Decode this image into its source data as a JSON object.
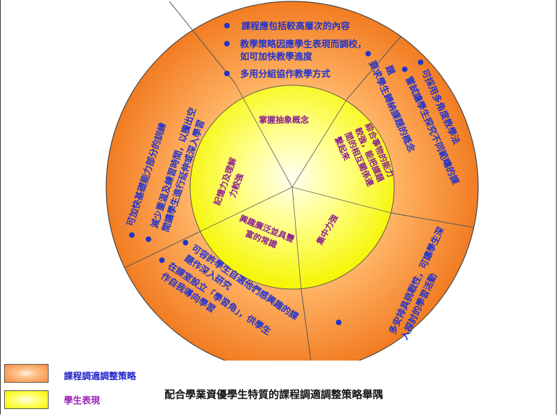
{
  "outer_segments": [
    {
      "name": "top",
      "items": [
        "課程應包括較高層次的內容",
        "教學策略因應學生表現而調校，",
        "多用分組協作教學方式"
      ],
      "continuation": [
        "",
        "如可加快教學進度",
        ""
      ]
    },
    {
      "name": "right",
      "items": [
        "可採用多角度教學法",
        "嘗試讓學生探究不同範疇的課",
        "要求學生歸納課題的概念"
      ],
      "continuation": [
        "",
        "題",
        ""
      ]
    },
    {
      "name": "lower-right",
      "items": [
        "多安排具挑戰性，可讓學生深",
        "入探討的學習活動"
      ],
      "continuation": []
    },
    {
      "name": "bottom",
      "items": [
        "可容許學生自選他們感興趣的課",
        "在課室設立「學習角」，供學生"
      ],
      "continuation": [
        "題作深入研究",
        "作自我導向學習"
      ]
    },
    {
      "name": "left",
      "items": [
        "減少重温及練習時間，以騰出空",
        "可加快基礎能力部分的訓練"
      ],
      "continuation": [
        "間讓學生進行延伸或深入學習",
        ""
      ]
    }
  ],
  "inner_segments": [
    {
      "name": "top",
      "lines": [
        "掌握抽象概念"
      ]
    },
    {
      "name": "right",
      "lines": [
        "綜合事物的能力",
        "較強，能把課題",
        "間的相互關係連",
        "繫起來"
      ]
    },
    {
      "name": "lower-right",
      "lines": [
        "集中力強"
      ]
    },
    {
      "name": "bottom",
      "lines": [
        "興趣廣泛並具豐",
        "富的常識"
      ]
    },
    {
      "name": "left",
      "lines": [
        "記憶力及理解",
        "力較強"
      ]
    }
  ],
  "legend": [
    {
      "label": "課程調適調整策略"
    },
    {
      "label": "學生表現"
    }
  ],
  "caption": "配合學業資優學生特質的課程調適調整策略舉隅",
  "colors": {
    "outer_ring": "#f7912f",
    "inner_circle": "#ffff33",
    "outer_text": "#2233cc",
    "inner_text": "#8b1f8f",
    "lines": "#555555"
  }
}
